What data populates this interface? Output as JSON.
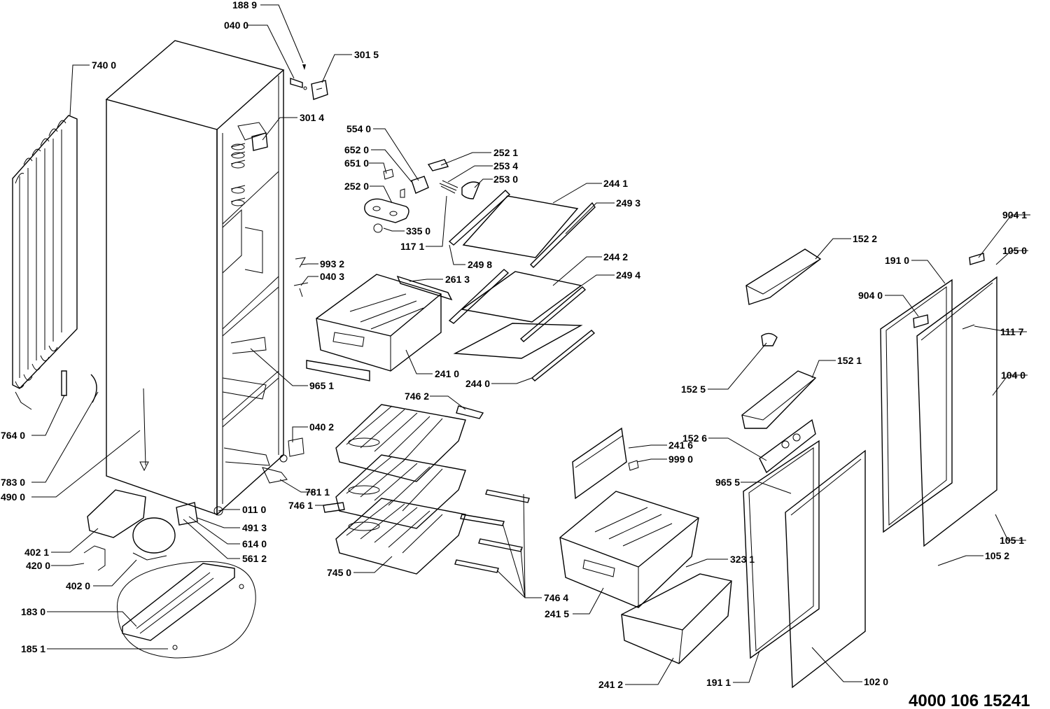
{
  "document_number": "4000 106 15241",
  "callouts": [
    "188 9",
    "040 0",
    "301 5",
    "740 0",
    "301 4",
    "554 0",
    "652 0",
    "651 0",
    "252 1",
    "253 4",
    "253 0",
    "252 0",
    "244 1",
    "249 3",
    "335 0",
    "117 1",
    "249 8",
    "993 2",
    "040 3",
    "261 3",
    "244 2",
    "249 4",
    "241 0",
    "244 0",
    "965 1",
    "746 2",
    "040 2",
    "764 0",
    "783 0",
    "490 0",
    "781 1",
    "746 1",
    "011 0",
    "491 3",
    "614 0",
    "561 2",
    "402 1",
    "420 0",
    "402 0",
    "745 0",
    "746 4",
    "183 0",
    "185 1",
    "241 6",
    "999 0",
    "323 1",
    "241 5",
    "241 2",
    "152 2",
    "152 1",
    "152 5",
    "152 6",
    "965 5",
    "191 1",
    "102 0",
    "904 1",
    "105 0",
    "191 0",
    "904 0",
    "111 7",
    "104 0",
    "105 1",
    "105 2"
  ]
}
